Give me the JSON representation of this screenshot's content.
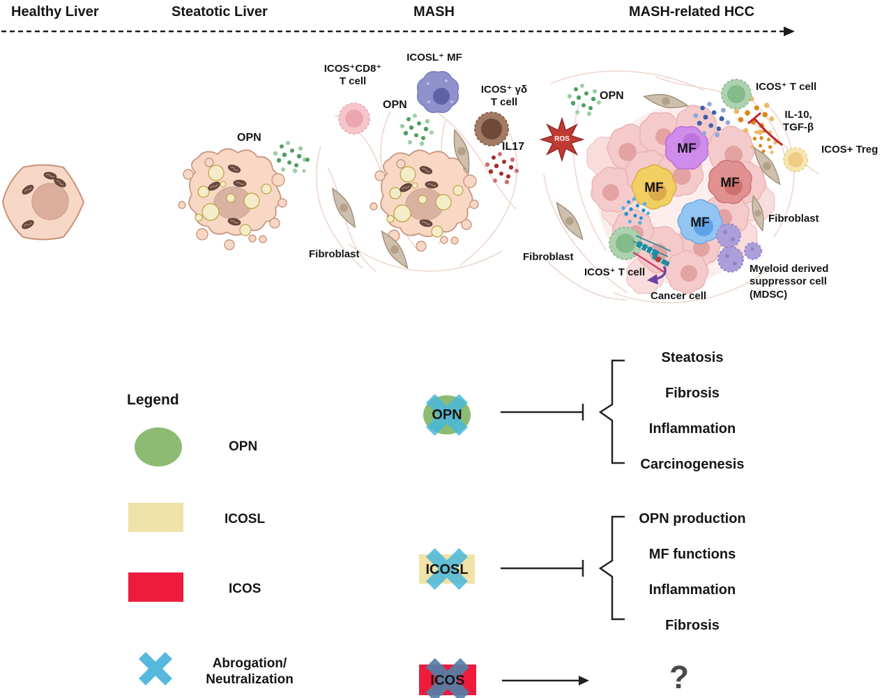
{
  "header": {
    "stages": [
      "Healthy Liver",
      "Steatotic Liver",
      "MASH",
      "MASH-related HCC"
    ]
  },
  "scene": {
    "steatotic": {
      "opn_label": "OPN"
    },
    "mash": {
      "cd8_label_line1": "ICOS⁺CD8⁺",
      "cd8_label_line2": "T cell",
      "opn_label": "OPN",
      "mf_label": "ICOSL⁺ MF",
      "gd_label_line1": "ICOS⁺ γδ",
      "gd_label_line2": "T cell",
      "il17_label": "IL17",
      "fibroblast_label": "Fibroblast"
    },
    "hcc": {
      "opn_label": "OPN",
      "ros_label": "ROS",
      "icos_t_top_label": "ICOS⁺ T cell",
      "il10_line1": "IL-10,",
      "il10_line2": "TGF-β",
      "treg_label": "ICOS+ Treg",
      "fibroblast_left_label": "Fibroblast",
      "fibroblast_right_label": "Fibroblast",
      "mf_label": "MF",
      "icos_t_bottom_label": "ICOS⁺ T cell",
      "cancer_label": "Cancer cell",
      "mdsc_line1": "Myeloid derived",
      "mdsc_line2": "suppressor cell",
      "mdsc_line3": "(MDSC)"
    }
  },
  "legend": {
    "title": "Legend",
    "opn": "OPN",
    "icosl": "ICOSL",
    "icos": "ICOS",
    "abrogation_line1": "Abrogation/",
    "abrogation_line2": "Neutralization"
  },
  "pathways": {
    "row1": {
      "source": "OPN",
      "arrow": "inhibit",
      "outcomes": [
        "Steatosis",
        "Fibrosis",
        "Inflammation",
        "Carcinogenesis"
      ]
    },
    "row2": {
      "source": "ICOSL",
      "arrow": "inhibit",
      "outcomes": [
        "OPN production",
        "MF functions",
        "Inflammation",
        "Fibrosis"
      ]
    },
    "row3": {
      "source": "ICOS",
      "arrow": "promote",
      "outcome": "?"
    }
  },
  "colors": {
    "opn_green": "#8dbb74",
    "icosl_yellow": "#f0e2a8",
    "icos_red": "#ee1b3d",
    "abrogation_blue": "#56b8dd",
    "ros_red": "#c13a33"
  }
}
